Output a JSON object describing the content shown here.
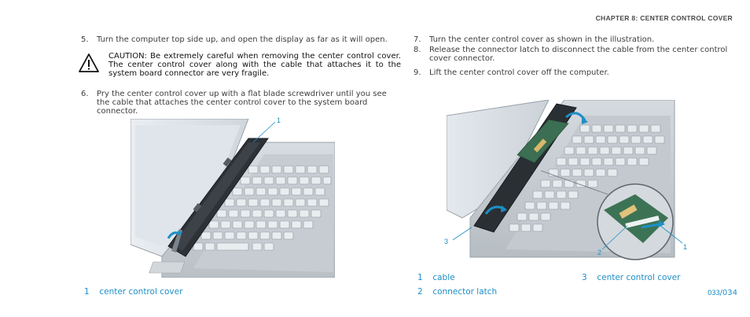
{
  "header": {
    "chapter": "CHAPTER 8: CENTER CONTROL COVER"
  },
  "steps_left": [
    {
      "num": "5.",
      "text": "Turn the computer top side up, and open the display as far as it will open."
    },
    {
      "num": "6.",
      "text": "Pry the center control cover up with a flat blade screwdriver until you see the cable that attaches the center control cover to the system board connector."
    }
  ],
  "caution": {
    "text": "CAUTION: Be extremely careful when removing the center control cover. The center control cover along with the cable that attaches it to the system board connector are very fragile."
  },
  "steps_right": [
    {
      "num": "7.",
      "text": "Turn the center control cover as shown in the illustration."
    },
    {
      "num": "8.",
      "text": "Release the connector latch to disconnect the cable from the center control cover connector."
    },
    {
      "num": "9.",
      "text": "Lift the center control cover off the computer."
    }
  ],
  "figure_left": {
    "callouts": [
      "1"
    ]
  },
  "figure_right": {
    "callouts": [
      "1",
      "2",
      "3"
    ]
  },
  "legend_left": [
    {
      "num": "1",
      "label": "center control cover"
    }
  ],
  "legend_right": [
    {
      "num": "1",
      "label": "cable"
    },
    {
      "num": "2",
      "label": "connector latch"
    },
    {
      "num": "3",
      "label": "center control cover"
    }
  ],
  "page": {
    "current": "033",
    "separator": "/",
    "total": "034"
  }
}
